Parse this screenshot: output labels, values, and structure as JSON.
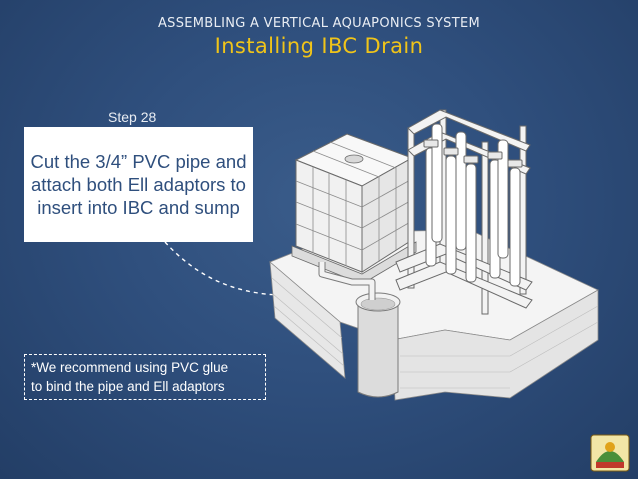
{
  "slide": {
    "subtitle": "ASSEMBLING A VERTICAL AQUAPONICS SYSTEM",
    "title": "Installing IBC Drain",
    "step_label": "Step 28",
    "instruction": "Cut the 3/4” PVC pipe and attach both Ell adaptors to insert into IBC and sump",
    "note": "*We recommend using PVC glue\nto bind the pipe and Ell adaptors"
  },
  "colors": {
    "background": "#2f4f7d",
    "title": "#f0c419",
    "subtitle": "#e9edf3",
    "callout_text": "#2f4f7d",
    "callout_bg": "#ffffff"
  },
  "icons": {
    "illustration": "aquaponics-ibc-sump-illustration",
    "logo": "organization-logo-icon"
  }
}
